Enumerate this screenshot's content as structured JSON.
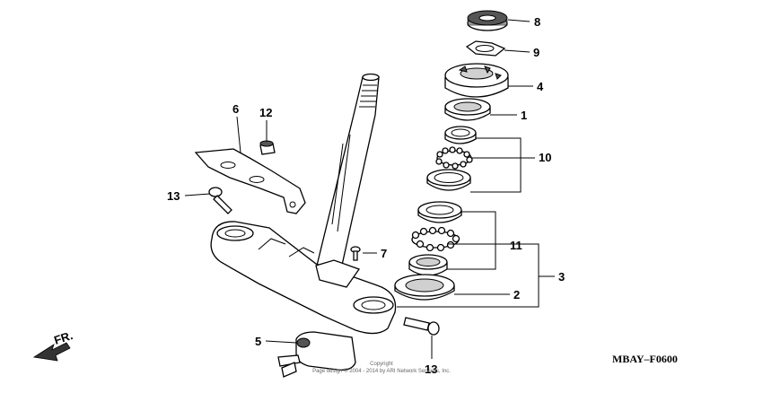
{
  "callouts": {
    "c1": "1",
    "c2": "2",
    "c3": "3",
    "c4": "4",
    "c5": "5",
    "c6": "6",
    "c7": "7",
    "c8": "8",
    "c9": "9",
    "c10": "10",
    "c11": "11",
    "c12": "12",
    "c13a": "13",
    "c13b": "13"
  },
  "direction_label": "FR.",
  "diagram_code": "MBAY–F0600",
  "copyright": {
    "line1": "Copyright",
    "line2": "Page design © 2004 - 2014 by ARI Network Services, Inc."
  }
}
